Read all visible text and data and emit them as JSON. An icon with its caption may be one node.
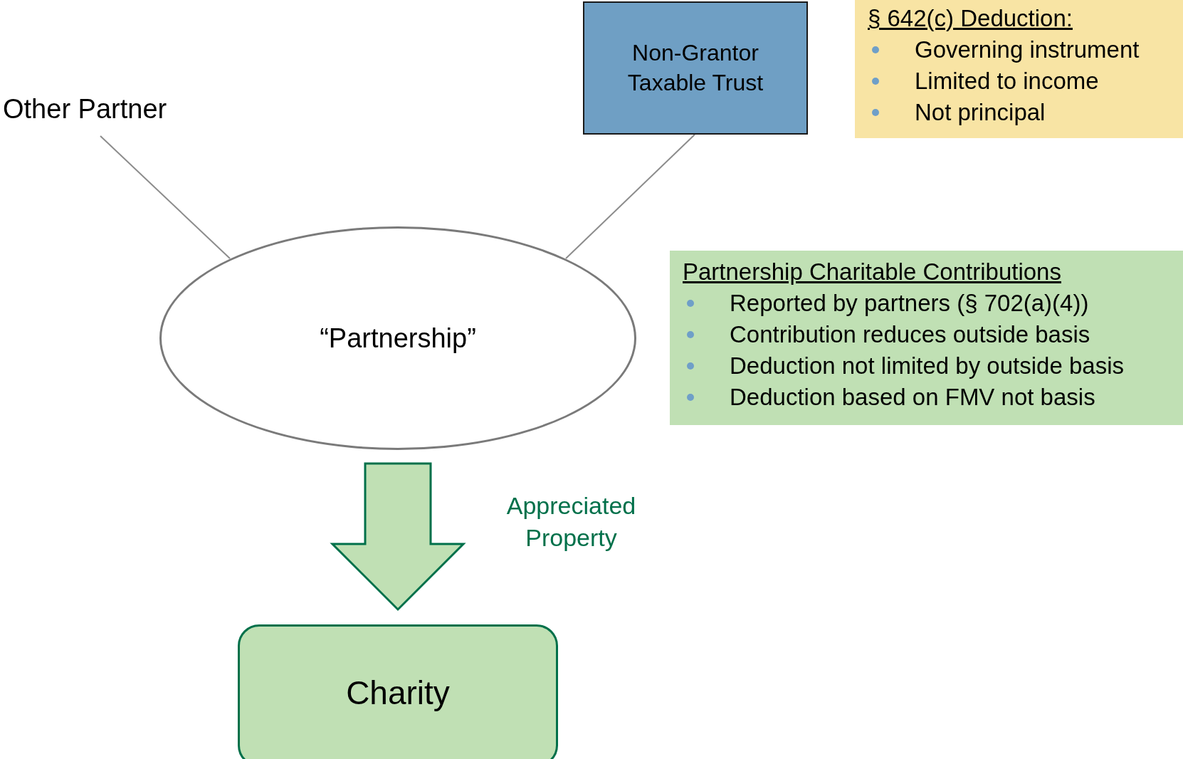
{
  "diagram": {
    "nodes": [
      {
        "text": [
          "Other Partner"
        ]
      },
      {
        "text": [
          "Non-Grantor Taxable Trust"
        ]
      },
      {
        "text": [
          "§ 642(c) Deduction:",
          "Governing instrument",
          "Limited to income",
          "Not principal"
        ]
      },
      {
        "text": [
          "“Partnership”"
        ]
      },
      {
        "text": [
          "Partnership Charitable Contributions",
          "Reported by partners (§ 702(a)(4))",
          "Contribution reduces outside basis",
          "Deduction not limited by outside basis",
          "Deduction based on FMV not basis"
        ]
      },
      {
        "text": [
          "Charity"
        ]
      }
    ],
    "edges": [
      {
        "from": 0,
        "to": 3,
        "arrow": "none"
      },
      {
        "from": 1,
        "to": 3,
        "arrow": "none"
      },
      {
        "from": 3,
        "to": 5,
        "arrow": "to",
        "label": "Appreciated Property",
        "style": "thick",
        "color": "#00704a"
      }
    ]
  }
}
